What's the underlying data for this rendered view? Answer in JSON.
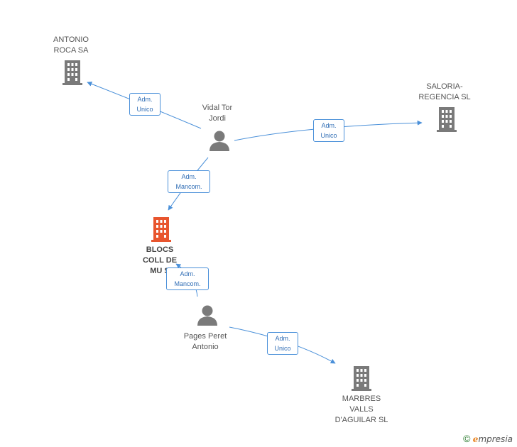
{
  "colors": {
    "building": "#7a7a7a",
    "focus_building": "#e8552e",
    "person": "#7a7a7a",
    "edge": "#4a90d9",
    "edge_label_text": "#2f6db5"
  },
  "nodes": {
    "antonio_roca": {
      "label_line1": "ANTONIO",
      "label_line2": "ROCA SA",
      "icon": "building-icon"
    },
    "saloria": {
      "label_line1": "SALORIA-",
      "label_line2": "REGENCIA SL",
      "icon": "building-icon"
    },
    "vidal": {
      "label_line1": "Vidal Tor",
      "label_line2": "Jordi",
      "icon": "person-icon"
    },
    "blocs": {
      "label_line1": "BLOCS",
      "label_line2": "COLL DE",
      "label_line3": "MU S",
      "icon": "building-icon"
    },
    "pages": {
      "label_line1": "Pages Peret",
      "label_line2": "Antonio",
      "icon": "person-icon"
    },
    "marbres": {
      "label_line1": "MARBRES",
      "label_line2": "VALLS",
      "label_line3": "D'AGUILAR SL",
      "icon": "building-icon"
    }
  },
  "edges": {
    "vidal_antonio": {
      "line1": "Adm.",
      "line2": "Unico"
    },
    "vidal_saloria": {
      "line1": "Adm.",
      "line2": "Unico"
    },
    "vidal_blocs": {
      "line1": "Adm.",
      "line2": "Mancom."
    },
    "pages_blocs": {
      "line1": "Adm.",
      "line2": "Mancom."
    },
    "pages_marbres": {
      "line1": "Adm.",
      "line2": "Unico"
    }
  },
  "brand": {
    "copyright": "©",
    "first_letter": "e",
    "rest": "mpresia"
  }
}
